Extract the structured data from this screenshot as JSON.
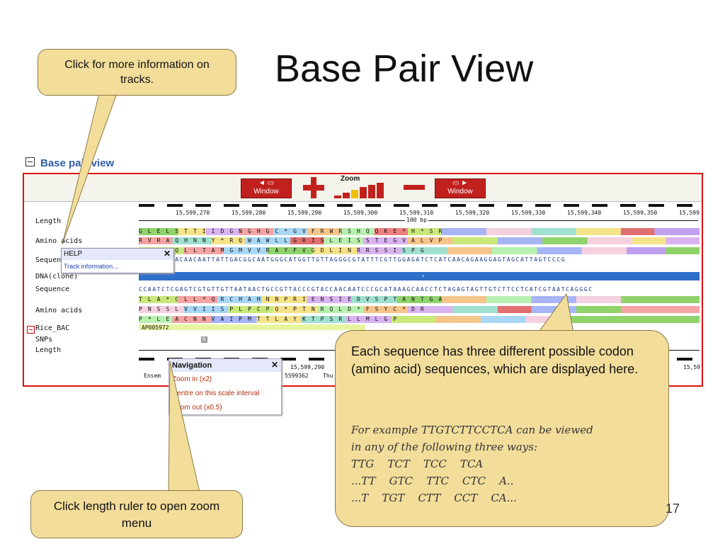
{
  "slide": {
    "title": "Base Pair View",
    "page_number": "17"
  },
  "panel": {
    "header": "Base pair view"
  },
  "toolbar": {
    "window_left": "Window",
    "window_right": "Window",
    "zoom_label": "Zoom"
  },
  "tracks": {
    "length": "Length",
    "amino_acids_1": "Amino acids",
    "sequence_1": "Sequence",
    "dna_clone": "DNA(clone)",
    "sequence_2": "Sequence",
    "amino_acids_2": "Amino acids",
    "rice_bac": "Rice_BAC",
    "snps": "SNPs",
    "length_2": "Length"
  },
  "ruler": {
    "ticks": [
      "15,599,270",
      "15,599,280",
      "15,599,290",
      "15,599,300",
      "15,599,310",
      "15,599,320",
      "15,599,330",
      "15,599,340",
      "15,599,350",
      "15,599"
    ],
    "bp_label": "100 bp"
  },
  "sequences": {
    "aa_top_1": "G L E L S T T I I D G N G H G C * G V F R W R S H Q Q K E * H * S R",
    "aa_top_2": "R V R A Q H N N Y * R Q W A W L L G R I S L E I S S T E G V A L V P",
    "aa_top_3": "S S A Q Q L L T A M G M V V R A Y F V G D L I N R R S S I S P G",
    "dna_top": "AGCTCAGCACAACAATTATTGACGGCAATGGGCATGGTTGTTAGGGCGTATTTCGTTGGAGATCTCATCAACAGAAGGAGTAGCATTAGTCCCG",
    "dna_bottom": "CCAATCTCGAGTCGTGTTGTTAATAACTGCCGTTACCCGTACCAACAATCCCGCATAAAGCAACCTCTAGAGTAGTTGTCTTCCTCATCGTAATCAGGGC",
    "aa_bot_1": "T L A * C L L * Q R C H A H N N P R I E N S I E D V S P T A N T G A",
    "aa_bot_2": "P N S S L V V I I S P L P C P Q * P T N R Q L D * F S Y C * D R",
    "aa_bot_3": "P * L E A C N N V A I P M T T L A Y K T P S R L L M L G P",
    "bac_id": "AP005972",
    "snp_marker": "R"
  },
  "help_popup": {
    "title": "HELP",
    "link": "Track information..."
  },
  "nav_popup": {
    "title": "Navigation",
    "items": [
      "Zoom in (x2)",
      "Centre on this scale interval",
      "Zoom out (x0.5)"
    ]
  },
  "footer": {
    "left": "Ensem",
    "coord": "15,599,290",
    "sub": "5599362",
    "day": "Thu",
    "right": "15,59"
  },
  "callouts": {
    "tracks": "Click for more information on tracks.",
    "ruler": "Click length ruler to open zoom menu",
    "codon_text": "Each sequence has three different possible codon (amino acid) sequences, which are displayed here.",
    "example_lines": [
      "For example TTGTCTTCCTCA can be viewed",
      "in any of the following three ways:",
      "TTG    TCT    TCC    TCA",
      "...TT    GTC    TTC    CTC    A..",
      "...T    TGT    CTT    CCT    CA..."
    ]
  }
}
